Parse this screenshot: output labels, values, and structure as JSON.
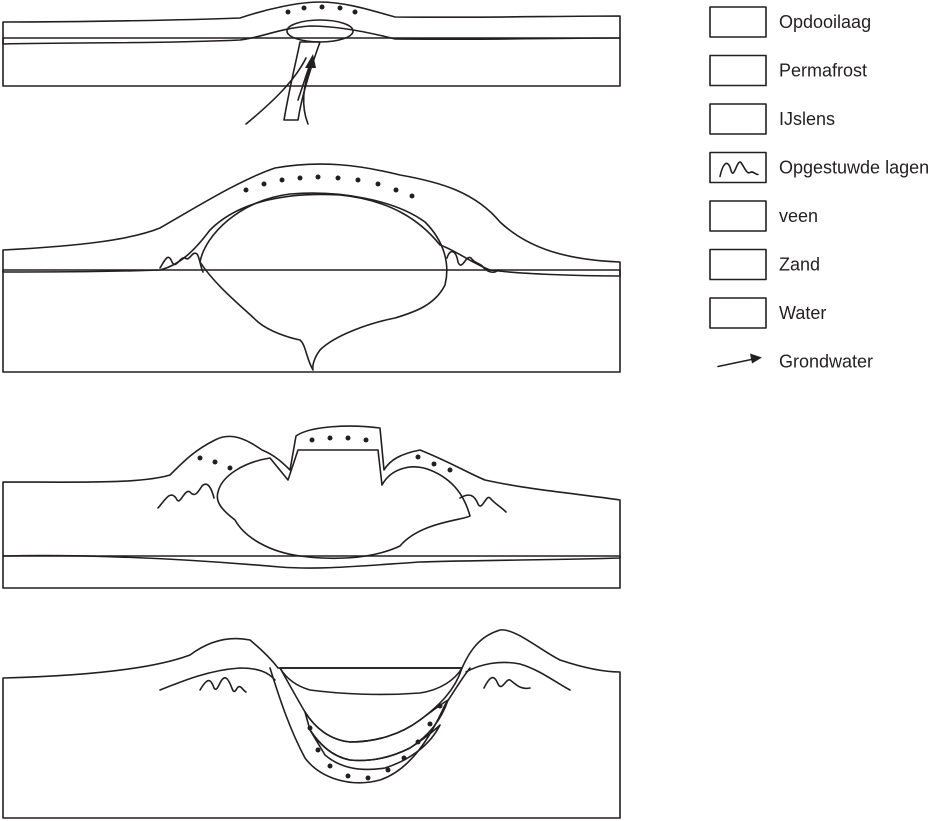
{
  "colors": {
    "opdooilaag": "#c4dc8f",
    "permafrost": "#8a7176",
    "ijslens": "#c1d1ea",
    "veen": "#8b5a3c",
    "zand": "#cdc052",
    "water": "#5aa3d4",
    "outline": "#231f20"
  },
  "legend": {
    "items": [
      {
        "label": "Opdooilaag",
        "swatch": "opdooilaag"
      },
      {
        "label": "Permafrost",
        "swatch": "permafrost"
      },
      {
        "label": "IJslens",
        "swatch": "ijslens"
      },
      {
        "label": "Opgestuwde lagen",
        "swatch": "opgestuwde-lagen"
      },
      {
        "label": "veen",
        "swatch": "veen"
      },
      {
        "label": "Zand",
        "swatch": "zand"
      },
      {
        "label": "Water",
        "swatch": "water"
      },
      {
        "label": "Grondwater",
        "swatch": "arrow"
      }
    ]
  },
  "stages": [
    {
      "name": "initial-ice-lens"
    },
    {
      "name": "grown-pingo"
    },
    {
      "name": "collapsing-pingo"
    },
    {
      "name": "pingo-remnant-lake"
    }
  ]
}
